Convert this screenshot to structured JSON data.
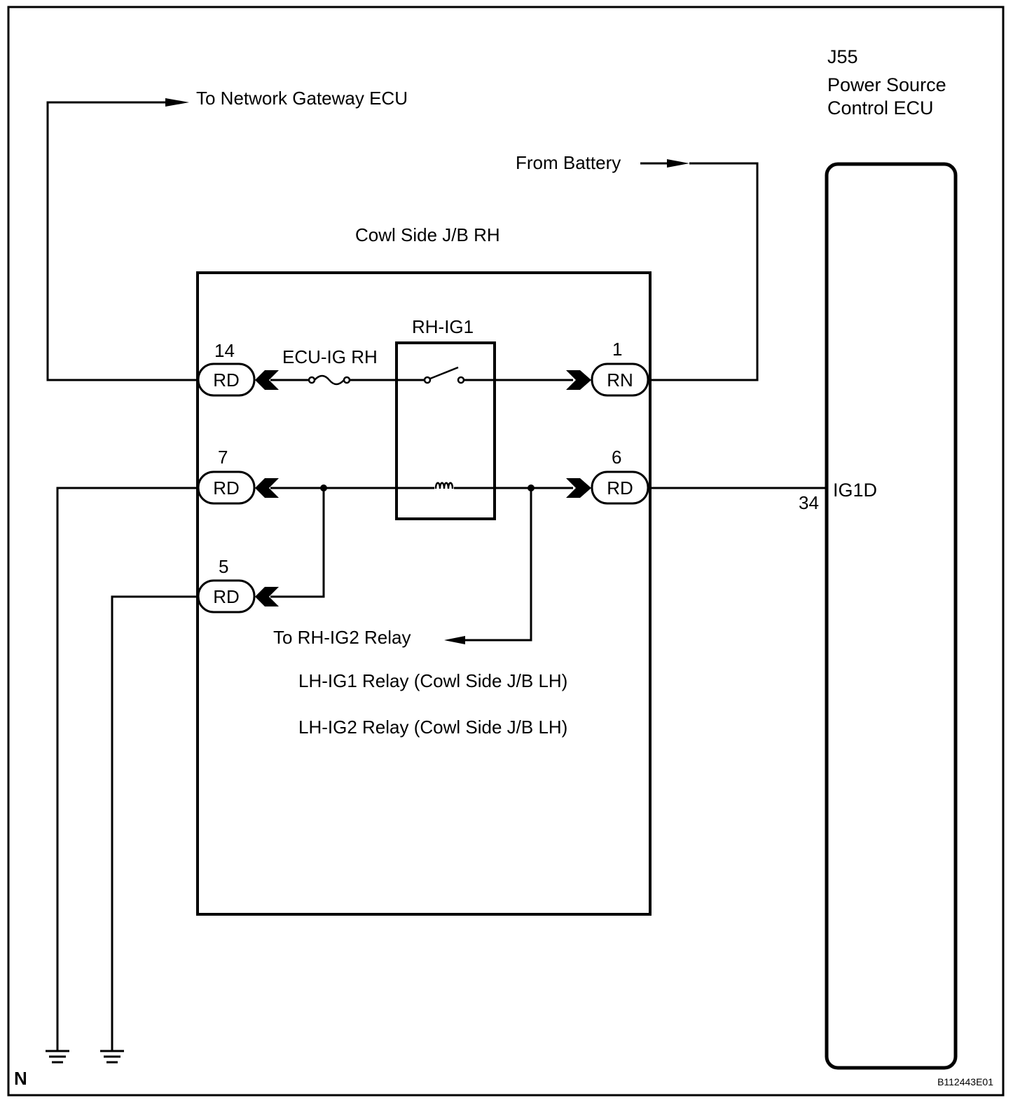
{
  "ecu": {
    "id": "J55",
    "name_line1": "Power Source",
    "name_line2": "Control ECU",
    "pin": "34",
    "pin_name": "IG1D"
  },
  "junction_box": {
    "title": "Cowl Side J/B RH"
  },
  "relay": {
    "name": "RH-IG1"
  },
  "fuse": {
    "name": "ECU-IG RH"
  },
  "connectors": {
    "c14": {
      "pin": "14",
      "code": "RD"
    },
    "c7": {
      "pin": "7",
      "code": "RD"
    },
    "c5": {
      "pin": "5",
      "code": "RD"
    },
    "c1": {
      "pin": "1",
      "code": "RN"
    },
    "c6": {
      "pin": "6",
      "code": "RD"
    }
  },
  "labels": {
    "to_gateway": "To Network Gateway ECU",
    "from_battery": "From Battery",
    "to_rh_ig2": "To RH-IG2 Relay",
    "lh_ig1": "LH-IG1 Relay (Cowl Side J/B LH)",
    "lh_ig2": "LH-IG2 Relay (Cowl Side J/B LH)"
  },
  "footer": {
    "left_mark": "N",
    "figure_code": "B112443E01"
  }
}
